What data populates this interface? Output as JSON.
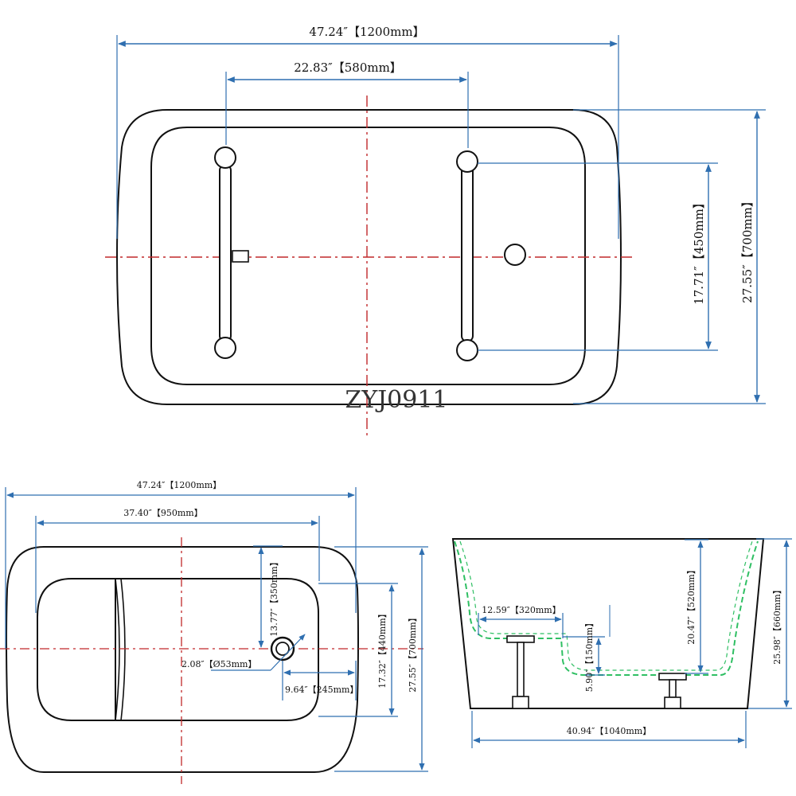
{
  "watermark": "ZYJ0911",
  "colors": {
    "outline": "#111111",
    "dimension": "#2f6fb0",
    "centerline": "#c0282a",
    "water_line": "#2fbf63"
  },
  "top_view": {
    "overall_length": "47.24″【1200mm】",
    "grab_bar_spacing": "22.83″【580mm】",
    "grab_bar_length": "17.71″【450mm】",
    "overall_width": "27.55″【700mm】"
  },
  "drain_view": {
    "overall_length": "47.24″【1200mm】",
    "basin_length": "37.40″【950mm】",
    "drain_to_rim": "13.77″【350mm】",
    "drain_diameter": "2.08″【Ø53mm】",
    "drain_offset": "9.64″【245mm】",
    "basin_width": "17.32″【440mm】",
    "overall_width": "27.55″【700mm】"
  },
  "side_view": {
    "seat_length": "12.59″【320mm】",
    "seat_height": "5.90″【150mm】",
    "inner_depth": "20.47″【520mm】",
    "overall_height": "25.98″【660mm】",
    "base_length": "40.94″【1040mm】"
  }
}
